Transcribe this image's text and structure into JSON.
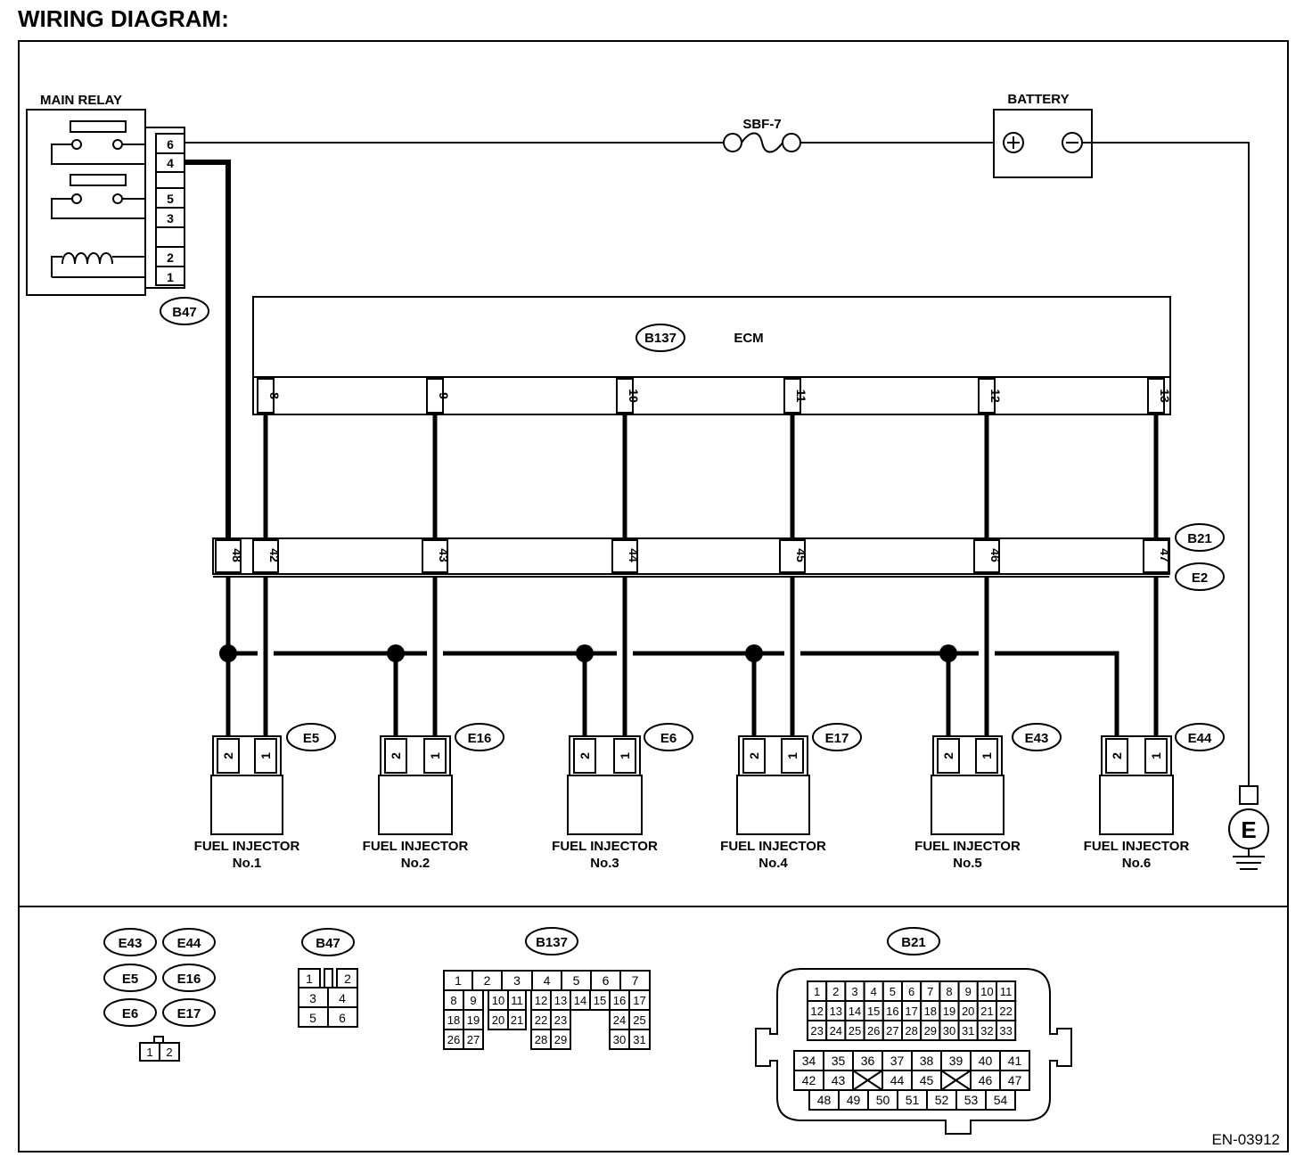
{
  "title": "WIRING DIAGRAM:",
  "main_relay": {
    "label": "MAIN RELAY",
    "connector": "B47",
    "pins": [
      "6",
      "4",
      "5",
      "3",
      "2",
      "1"
    ]
  },
  "fuse": {
    "label": "SBF-7"
  },
  "battery": {
    "label": "BATTERY",
    "plus": "⊕",
    "minus": "⊖"
  },
  "ecm": {
    "label": "ECM",
    "connector": "B137",
    "pins": [
      "8",
      "9",
      "10",
      "11",
      "12",
      "13"
    ]
  },
  "harness": {
    "connectors": [
      "B21",
      "E2"
    ],
    "pins": [
      "48",
      "42",
      "43",
      "44",
      "45",
      "46",
      "47"
    ]
  },
  "injectors": [
    {
      "connector": "E5",
      "line1": "FUEL INJECTOR",
      "line2": "No.1",
      "pin_a": "2",
      "pin_b": "1"
    },
    {
      "connector": "E16",
      "line1": "FUEL INJECTOR",
      "line2": "No.2",
      "pin_a": "2",
      "pin_b": "1"
    },
    {
      "connector": "E6",
      "line1": "FUEL INJECTOR",
      "line2": "No.3",
      "pin_a": "2",
      "pin_b": "1"
    },
    {
      "connector": "E17",
      "line1": "FUEL INJECTOR",
      "line2": "No.4",
      "pin_a": "2",
      "pin_b": "1"
    },
    {
      "connector": "E43",
      "line1": "FUEL INJECTOR",
      "line2": "No.5",
      "pin_a": "2",
      "pin_b": "1"
    },
    {
      "connector": "E44",
      "line1": "FUEL INJECTOR",
      "line2": "No.6",
      "pin_a": "2",
      "pin_b": "1"
    }
  ],
  "ground": {
    "label": "E"
  },
  "connector_views": {
    "injector_group": {
      "labels": [
        "E43",
        "E44",
        "E5",
        "E16",
        "E6",
        "E17"
      ],
      "pins": [
        "1",
        "2"
      ]
    },
    "b47": {
      "label": "B47",
      "pins": [
        "1",
        "2",
        "3",
        "4",
        "5",
        "6"
      ]
    },
    "b137": {
      "label": "B137",
      "row1": [
        "1",
        "2",
        "3",
        "4",
        "5",
        "6",
        "7"
      ],
      "row2": [
        "8",
        "9",
        "10",
        "11",
        "12",
        "13",
        "14",
        "15",
        "16",
        "17"
      ],
      "row3": [
        "18",
        "19",
        "20",
        "21",
        "22",
        "23",
        "24",
        "25"
      ],
      "row4": [
        "26",
        "27",
        "28",
        "29",
        "30",
        "31"
      ]
    },
    "b21": {
      "label": "B21",
      "row1": [
        "1",
        "2",
        "3",
        "4",
        "5",
        "6",
        "7",
        "8",
        "9",
        "10",
        "11"
      ],
      "row2": [
        "12",
        "13",
        "14",
        "15",
        "16",
        "17",
        "18",
        "19",
        "20",
        "21",
        "22"
      ],
      "row3": [
        "23",
        "24",
        "25",
        "26",
        "27",
        "28",
        "29",
        "30",
        "31",
        "32",
        "33"
      ],
      "row4": [
        "34",
        "35",
        "36",
        "37",
        "38",
        "39",
        "40",
        "41"
      ],
      "row5": [
        "42",
        "43",
        "",
        "44",
        "45",
        "",
        "46",
        "47"
      ],
      "row6": [
        "48",
        "49",
        "50",
        "51",
        "52",
        "53",
        "54"
      ]
    }
  },
  "figure_code": "EN-03912"
}
